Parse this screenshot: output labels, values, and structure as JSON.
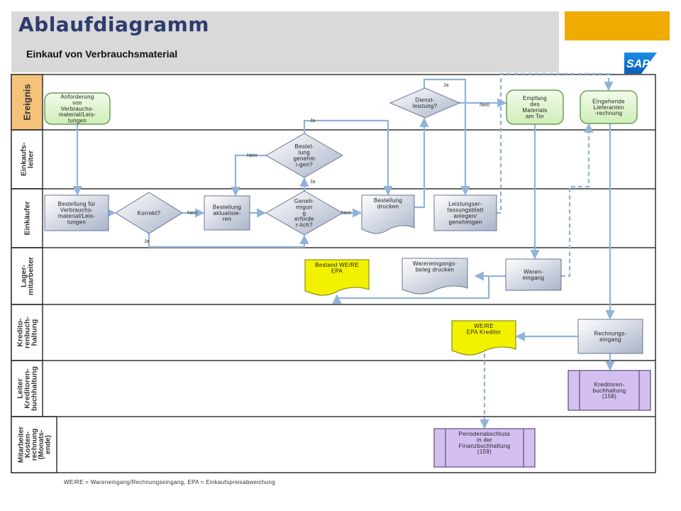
{
  "header": {
    "title": "Ablaufdiagramm",
    "subtitle": "Einkauf von Verbrauchsmaterial",
    "logo_text": "SAP"
  },
  "lanes": [
    {
      "id": "ereignis",
      "lines": [
        "Ereignis"
      ],
      "color": "#f5c27a"
    },
    {
      "id": "einkaufsleiter",
      "lines": [
        "Einkaufs-",
        "leiter"
      ],
      "color": "#ffffff"
    },
    {
      "id": "einkaeufer",
      "lines": [
        "Einkäufer"
      ],
      "color": "#ffffff"
    },
    {
      "id": "lager",
      "lines": [
        "Lager-",
        "mitarbeiter"
      ],
      "color": "#ffffff"
    },
    {
      "id": "kreditoren",
      "lines": [
        "Kredito-",
        "renbuch-",
        "haltung"
      ],
      "color": "#ffffff"
    },
    {
      "id": "leiter-kreditoren",
      "lines": [
        "Leiter",
        "Kreditoren-",
        "buchhaltung"
      ],
      "color": "#ffffff"
    },
    {
      "id": "kostenrechnung",
      "lines": [
        "Mitarbeiter",
        "Kosten-",
        "rechnung",
        "(Monats-",
        "ende)"
      ],
      "color": "#ffffff"
    }
  ],
  "nodes": [
    {
      "id": "anforderung",
      "kind": "event",
      "lines": [
        "Anforderung",
        "von",
        "Verbrauchs-",
        "material/Leis-",
        "tungen"
      ]
    },
    {
      "id": "bestellung-fuer",
      "kind": "process",
      "lines": [
        "Bestellung für",
        "Verbrauchs-",
        "material/Leis-",
        "tungen"
      ]
    },
    {
      "id": "korrekt",
      "kind": "decision",
      "lines": [
        "Korrekt?"
      ]
    },
    {
      "id": "bestellung-aktualisieren",
      "kind": "process",
      "lines": [
        "Bestellung",
        "aktualisie-",
        "ren"
      ]
    },
    {
      "id": "genehmigung-erforderlich",
      "kind": "decision",
      "lines": [
        "Geneh-",
        "migun",
        "g",
        "erforde",
        "r-lich?"
      ]
    },
    {
      "id": "bestellung-genehmigen",
      "kind": "decision",
      "lines": [
        "Bestel-",
        "lung",
        "genehm",
        "i-gen?"
      ]
    },
    {
      "id": "bestellung-drucken",
      "kind": "document",
      "lines": [
        "Bestellung",
        "drucken"
      ]
    },
    {
      "id": "dienstleistung",
      "kind": "decision",
      "lines": [
        "Dienst-",
        "leistung?"
      ]
    },
    {
      "id": "leistungserfassung",
      "kind": "process",
      "lines": [
        "Leistungser-",
        "fassungsblatt",
        "anlegen/",
        "genehmigen"
      ]
    },
    {
      "id": "empfang",
      "kind": "event",
      "lines": [
        "Empfang",
        "des",
        "Materials",
        "am Tor"
      ]
    },
    {
      "id": "eingehende-rechnung",
      "kind": "event",
      "lines": [
        "Eingehende",
        "Lieferanten",
        "-rechnung"
      ]
    },
    {
      "id": "bestand-we-re",
      "kind": "yellowdoc",
      "lines": [
        "Bestand WE/RE",
        "EPA"
      ]
    },
    {
      "id": "wareneingangsbeleg",
      "kind": "document",
      "lines": [
        "Wareneingangs-",
        "beleg drucken"
      ]
    },
    {
      "id": "wareneingang",
      "kind": "process",
      "lines": [
        "Waren-",
        "eingang"
      ]
    },
    {
      "id": "we-re-kreditor",
      "kind": "yellowdoc",
      "lines": [
        "WE/RE",
        "EPA Kreditor"
      ]
    },
    {
      "id": "rechnungseingang",
      "kind": "process",
      "lines": [
        "Rechnungs-",
        "eingang"
      ]
    },
    {
      "id": "kreditorenbuchhaltung",
      "kind": "subprocess",
      "lines": [
        "Kreditoren-",
        "buchhaltung",
        "(158)"
      ]
    },
    {
      "id": "periodenabschluss",
      "kind": "subprocess",
      "lines": [
        "Periodenabschluss",
        "in der",
        "Finanzbuchhaltung",
        "(159)"
      ]
    }
  ],
  "edge_labels": {
    "korrekt_nein": "Nein",
    "korrekt_ja": "Ja",
    "genehmigung_nein": "Nein",
    "genehmigung_ja": "Ja",
    "bestellung_genehmigen_nein": "Nein",
    "bestellung_genehmigen_ja": "Ja",
    "dienstleistung_ja": "Ja",
    "dienstleistung_nein": "Nein"
  },
  "footer": "WE/RE = Wareneingang/Rechnungseingang, EPA = Einkaufspreisabweichung",
  "colors": {
    "title": "#2e3c6e",
    "gold": "#f0ab00",
    "sap_blue": "#0a6ed1",
    "arrow": "#8fb3d9",
    "event_fill": "#d8f2c4",
    "event_stroke": "#4e8a3a",
    "process_top": "#ffffff",
    "process_bottom": "#a9b4c9",
    "yellow": "#f2f200",
    "purple": "#d4c0f0",
    "lane_border": "#333333"
  }
}
